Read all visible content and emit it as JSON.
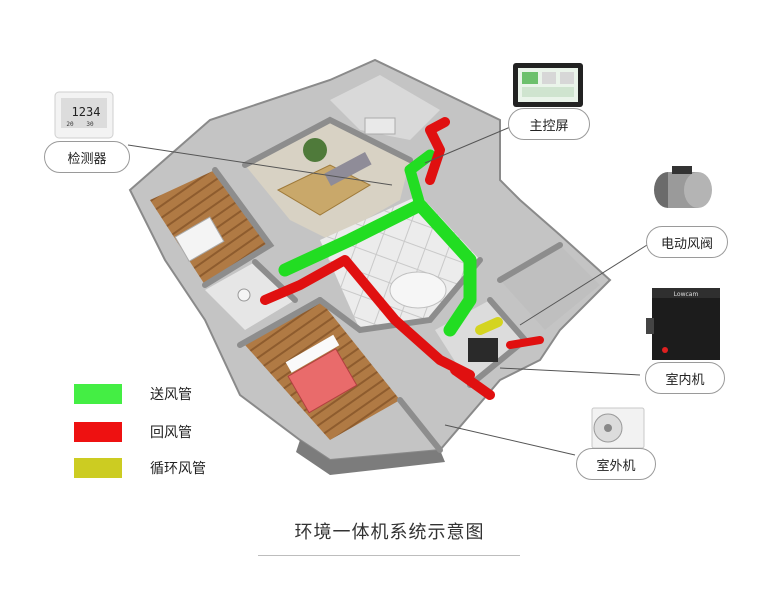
{
  "caption": "环境一体机系统示意图",
  "labels": {
    "sensor": "检测器",
    "main_screen": "主控屏",
    "damper": "电动风阀",
    "indoor_unit": "室内机",
    "outdoor_unit": "室外机"
  },
  "device_text": {
    "sensor_reading": "1234",
    "sensor_small_1": "20",
    "sensor_small_2": "30",
    "indoor_brand": "Lowcam"
  },
  "legend": [
    {
      "label": "送风管",
      "color": "#44ee44"
    },
    {
      "label": "回风管",
      "color": "#ee1111"
    },
    {
      "label": "循环风管",
      "color": "#cccc22"
    }
  ],
  "colors": {
    "supply_duct": "#22dd22",
    "return_duct": "#e01010",
    "circulation_duct": "#d4d420",
    "wall_top": "#8a8a8a",
    "wall_side": "#b5b5b5",
    "floor_wood": "#b07a44",
    "floor_tile": "#e4e4e4"
  }
}
